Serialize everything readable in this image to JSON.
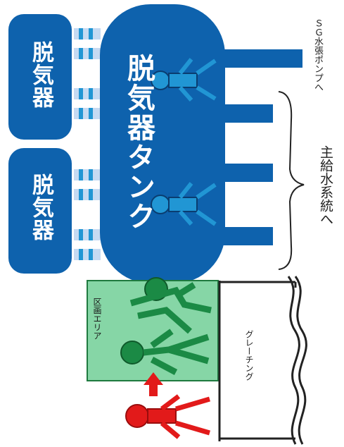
{
  "colors": {
    "primary_blue": "#0e62ad",
    "light_blue": "#2196d4",
    "pipe_light": "#c5daf2",
    "area_green": "#86d6a6",
    "person_green": "#1b8a45",
    "person_red": "#e21a1a"
  },
  "labels": {
    "deaerator_top": "脱気器",
    "deaerator_bottom": "脱気器",
    "tank": "脱気器タンク",
    "sg_pump": "ＳＧ水張ポンプへ",
    "main_feed": "主給水系統へ",
    "zone_area": "区画エリア",
    "grating": "グレーチング"
  },
  "icons": [
    "worker-icon",
    "up-arrow-icon",
    "brace-icon"
  ]
}
